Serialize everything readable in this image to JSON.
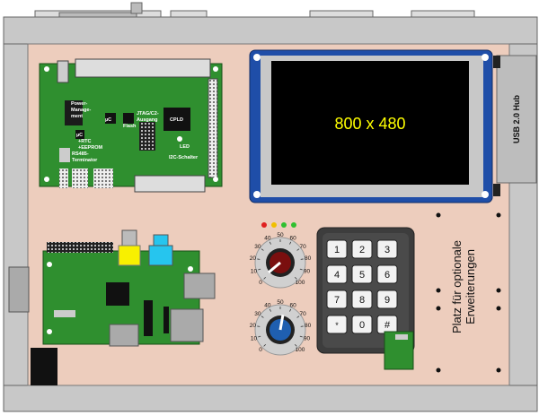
{
  "board": {
    "labels": {
      "power_management": [
        "Power-",
        "Manage-",
        "ment"
      ],
      "uc_small": "µC",
      "uc_large": "µC",
      "flash": "Flash",
      "jtag": [
        "JTAG/C2-",
        "Ausgang"
      ],
      "cpld": "CPLD",
      "rtc": [
        "+RTC",
        "+EEPROM"
      ],
      "rs485": [
        "RS485-",
        "Terminator"
      ],
      "led": "LED",
      "i2c": "I2C-Schalter"
    }
  },
  "display": {
    "resolution": "800 x 480"
  },
  "usb_hub": {
    "label": "USB 2.0 Hub"
  },
  "expansion": {
    "lines": [
      "Platz für optionale",
      "Erweiterungen"
    ]
  },
  "keypad": {
    "keys": [
      "1",
      "2",
      "3",
      "4",
      "5",
      "6",
      "7",
      "8",
      "9",
      "*",
      "0",
      "#"
    ]
  },
  "dial_ticks": [
    "0",
    "10",
    "20",
    "30",
    "40",
    "50",
    "60",
    "70",
    "80",
    "90",
    "100"
  ],
  "status_leds": [
    "#e02020",
    "#f0c000",
    "#30c030",
    "#30c030"
  ],
  "colors": {
    "panel": "#edcdbd",
    "frame": "#c8c8c8",
    "pcb_green": "#2f8f2f",
    "display_frame": "#1f4ea8",
    "dial_top_knob": "#7a0f0f",
    "dial_bottom_knob": "#1f5fb0",
    "expansion_text": "#111111"
  }
}
